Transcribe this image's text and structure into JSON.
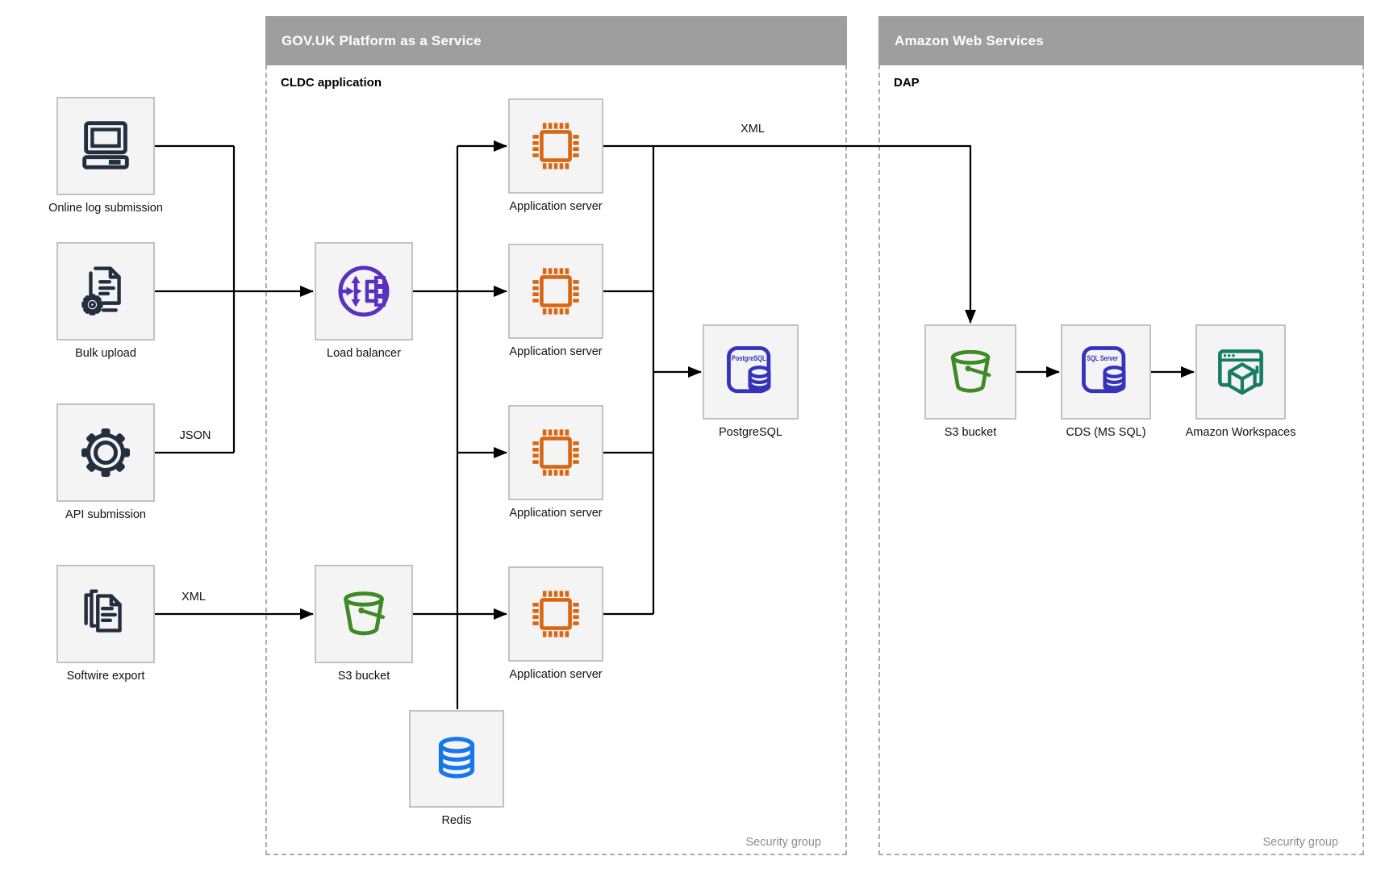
{
  "regions": {
    "paas": {
      "title": "GOV.UK Platform as a Service",
      "sublabel": "CLDC application",
      "footer": "Security group"
    },
    "aws": {
      "title": "Amazon Web Services",
      "sublabel": "DAP",
      "footer": "Security group"
    }
  },
  "nodes": [
    {
      "id": "online-log",
      "label": "Online log submission"
    },
    {
      "id": "bulk-upload",
      "label": "Bulk upload"
    },
    {
      "id": "api-submission",
      "label": "API submission"
    },
    {
      "id": "softwire",
      "label": "Softwire export"
    },
    {
      "id": "load-balancer",
      "label": "Load balancer"
    },
    {
      "id": "s3-paas",
      "label": "S3 bucket"
    },
    {
      "id": "app-server-1",
      "label": "Application server"
    },
    {
      "id": "app-server-2",
      "label": "Application server"
    },
    {
      "id": "app-server-3",
      "label": "Application server"
    },
    {
      "id": "app-server-4",
      "label": "Application server"
    },
    {
      "id": "redis",
      "label": "Redis"
    },
    {
      "id": "postgres",
      "label": "PostgreSQL"
    },
    {
      "id": "s3-aws",
      "label": "S3 bucket"
    },
    {
      "id": "cds",
      "label": "CDS (MS SQL)"
    },
    {
      "id": "workspaces",
      "label": "Amazon Workspaces"
    }
  ],
  "edge_labels": {
    "api_format": "JSON",
    "softwire_format": "XML",
    "dap_transfer_format": "XML"
  },
  "icon_texts": {
    "postgres": "PostgreSQL",
    "sql_server": "SQL Server"
  },
  "colors": {
    "source_icon_navy": "#232f3e",
    "app_server_orange": "#d86613",
    "load_balancer_purple": "#5a30c0",
    "bucket_green": "#3e8a24",
    "database_indigo": "#3333bb",
    "redis_blue": "#1877e8",
    "workspaces_teal": "#147d64",
    "region_header_gray": "#9e9e9e",
    "security_group_text": "#8e8e8e",
    "connector_black": "#000000"
  }
}
